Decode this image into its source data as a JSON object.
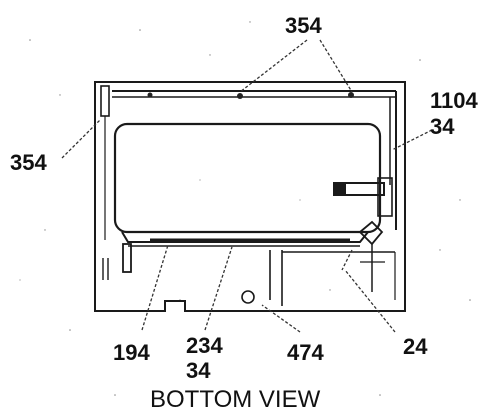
{
  "figure": {
    "view_title": "BOTTOM VIEW",
    "labels": {
      "top": "354",
      "left": "354",
      "right_upper": "1104",
      "right_lower": "34",
      "bottom_1": "194",
      "bottom_2_line1": "234",
      "bottom_2_line2": "34",
      "bottom_3": "474",
      "bottom_4": "24"
    }
  }
}
